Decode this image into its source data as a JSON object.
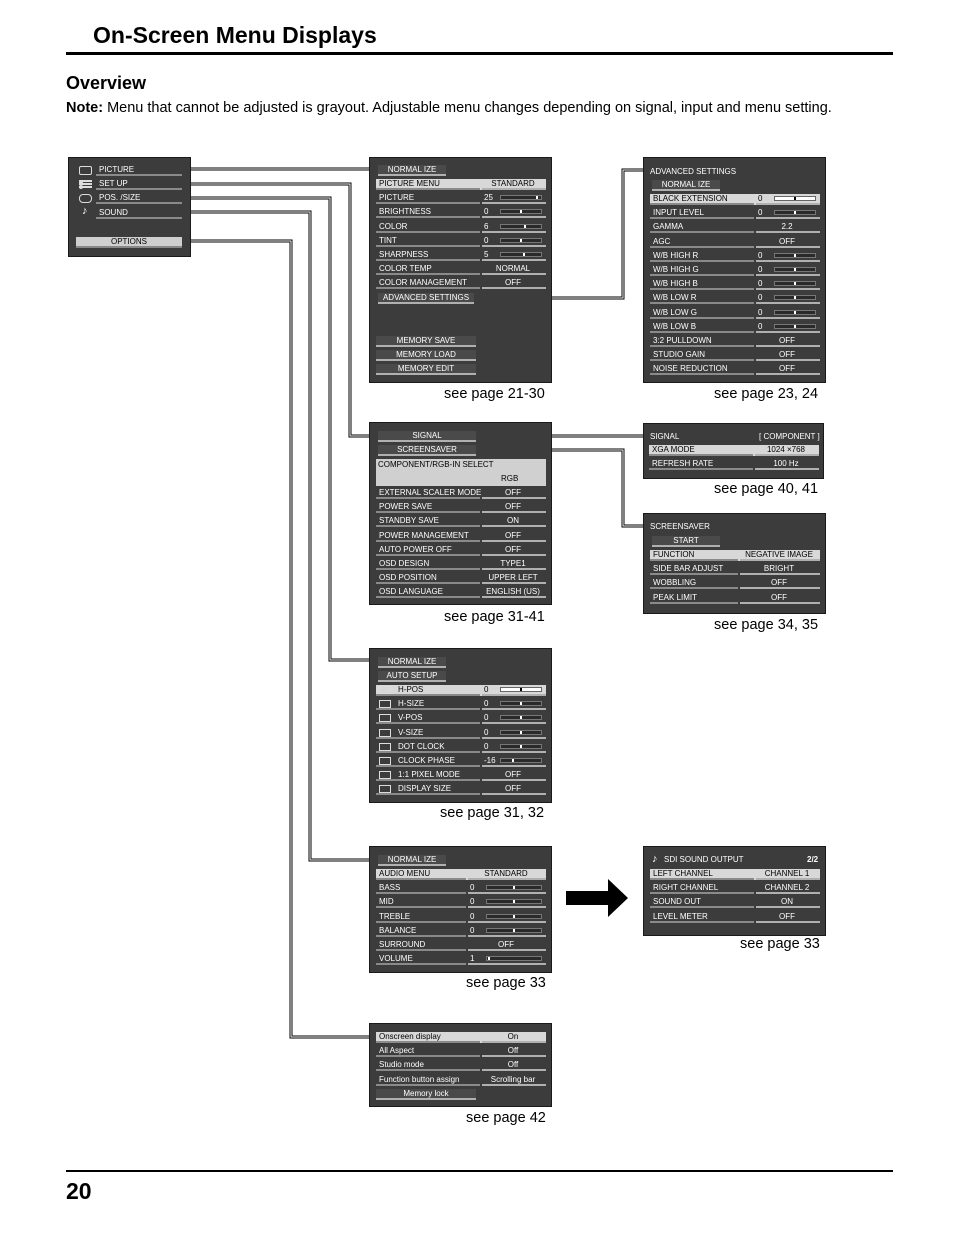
{
  "header": {
    "title": "On-Screen Menu Displays",
    "section": "Overview",
    "note_bold": "Note:",
    "note_text": " Menu that cannot be adjusted is grayout. Adjustable menu changes depending on signal, input and menu setting."
  },
  "footer": {
    "page_number": "20"
  },
  "main_menu": {
    "items": [
      "PICTURE",
      "SET UP",
      "POS. /SIZE",
      "SOUND"
    ],
    "options": "OPTIONS"
  },
  "picture_menu": {
    "top": "NORMAL IZE",
    "rows": [
      [
        "PICTURE MENU",
        "STANDARD"
      ],
      [
        "PICTURE",
        "25"
      ],
      [
        "BRIGHTNESS",
        "0"
      ],
      [
        "COLOR",
        "6"
      ],
      [
        "TINT",
        "0"
      ],
      [
        "SHARPNESS",
        "5"
      ],
      [
        "COLOR TEMP",
        "NORMAL"
      ],
      [
        "COLOR MANAGEMENT",
        "OFF"
      ]
    ],
    "advanced": "ADVANCED SETTINGS",
    "memory": [
      "MEMORY SAVE",
      "MEMORY LOAD",
      "MEMORY EDIT"
    ],
    "see": "see page 21-30"
  },
  "advanced_menu": {
    "title": "ADVANCED SETTINGS",
    "top": "NORMAL IZE",
    "rows": [
      [
        "BLACK EXTENSION",
        "0"
      ],
      [
        "INPUT LEVEL",
        "0"
      ],
      [
        "GAMMA",
        "2.2"
      ],
      [
        "AGC",
        "OFF"
      ],
      [
        "W/B HIGH R",
        "0"
      ],
      [
        "W/B HIGH G",
        "0"
      ],
      [
        "W/B HIGH B",
        "0"
      ],
      [
        "W/B LOW R",
        "0"
      ],
      [
        "W/B LOW G",
        "0"
      ],
      [
        "W/B LOW B",
        "0"
      ],
      [
        "3:2 PULLDOWN",
        "OFF"
      ],
      [
        "STUDIO GAIN",
        "OFF"
      ],
      [
        "NOISE REDUCTION",
        "OFF"
      ]
    ],
    "see": "see page 23, 24"
  },
  "setup_menu": {
    "signal": "SIGNAL",
    "screensaver": "SCREENSAVER",
    "select_label": "COMPONENT/RGB-IN SELECT",
    "select_value": "RGB",
    "rows": [
      [
        "EXTERNAL SCALER MODE",
        "OFF"
      ],
      [
        "POWER SAVE",
        "OFF"
      ],
      [
        "STANDBY SAVE",
        "ON"
      ],
      [
        "POWER MANAGEMENT",
        "OFF"
      ],
      [
        "AUTO POWER OFF",
        "OFF"
      ],
      [
        "OSD DESIGN",
        "TYPE1"
      ],
      [
        "OSD POSITION",
        "UPPER LEFT"
      ],
      [
        "OSD LANGUAGE",
        "ENGLISH (US)"
      ]
    ],
    "see": "see page 31-41"
  },
  "signal_menu": {
    "title": "SIGNAL",
    "status": "[ COMPONENT ]",
    "rows": [
      [
        "XGA MODE",
        "1024 ×768"
      ],
      [
        "REFRESH RATE",
        "100 Hz"
      ]
    ],
    "see": "see page 40, 41"
  },
  "screensaver_menu": {
    "title": "SCREENSAVER",
    "start": "START",
    "rows": [
      [
        "FUNCTION",
        "NEGATIVE IMAGE"
      ],
      [
        "SIDE BAR ADJUST",
        "BRIGHT"
      ],
      [
        "WOBBLING",
        "OFF"
      ],
      [
        "PEAK LIMIT",
        "OFF"
      ]
    ],
    "see": "see page 34, 35"
  },
  "pos_menu": {
    "top": "NORMAL IZE",
    "auto": "AUTO SETUP",
    "rows": [
      [
        "H-POS",
        "0"
      ],
      [
        "H-SIZE",
        "0"
      ],
      [
        "V-POS",
        "0"
      ],
      [
        "V-SIZE",
        "0"
      ],
      [
        "DOT CLOCK",
        "0"
      ],
      [
        "CLOCK PHASE",
        "-16"
      ],
      [
        "1:1 PIXEL MODE",
        "OFF"
      ],
      [
        "DISPLAY SIZE",
        "OFF"
      ]
    ],
    "see": "see page 31, 32"
  },
  "sound_menu": {
    "top": "NORMAL IZE",
    "rows": [
      [
        "AUDIO MENU",
        "STANDARD"
      ],
      [
        "BASS",
        "0"
      ],
      [
        "MID",
        "0"
      ],
      [
        "TREBLE",
        "0"
      ],
      [
        "BALANCE",
        "0"
      ],
      [
        "SURROUND",
        "OFF"
      ],
      [
        "VOLUME",
        "1"
      ]
    ],
    "see": "see page 33"
  },
  "sdi_menu": {
    "title": "SDI SOUND OUTPUT",
    "page": "2/2",
    "rows": [
      [
        "LEFT CHANNEL",
        "CHANNEL 1"
      ],
      [
        "RIGHT CHANNEL",
        "CHANNEL 2"
      ],
      [
        "SOUND OUT",
        "ON"
      ],
      [
        "LEVEL METER",
        "OFF"
      ]
    ],
    "see": "see page 33"
  },
  "options_menu": {
    "rows": [
      [
        "Onscreen display",
        "On"
      ],
      [
        "All Aspect",
        "Off"
      ],
      [
        "Studio mode",
        "Off"
      ],
      [
        "Function button assign",
        "Scrolling bar"
      ]
    ],
    "memory_lock": "Memory lock",
    "see": "see page 42"
  }
}
